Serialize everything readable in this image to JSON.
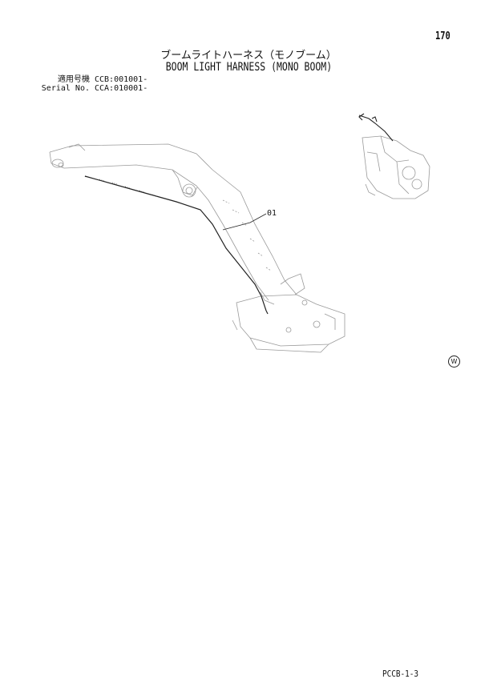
{
  "page": {
    "number": "170",
    "title_jp": "ブームライトハーネス（モノブーム）",
    "title_en": "BOOM LIGHT HARNESS (MONO BOOM)",
    "doc_code": "PCCB-1-3"
  },
  "serials": [
    {
      "label": "適用号機",
      "value": "CCB:001001-"
    },
    {
      "label": "Serial No.",
      "value": "CCA:010001-"
    }
  ],
  "drawing": {
    "callout": "01",
    "mark": "W"
  }
}
